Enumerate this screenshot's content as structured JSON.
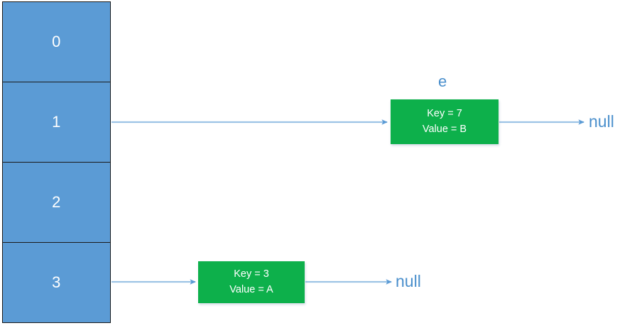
{
  "diagram": {
    "title": "hash-table-bucket-chain",
    "colors": {
      "bucket_fill": "#5B9BD5",
      "bucket_border": "#1a1a1a",
      "node_fill": "#0DB04B",
      "arrow": "#7FAEDC",
      "text_blue": "#4A8FCC",
      "text_white": "#FFFFFF"
    }
  },
  "bucket_table": {
    "name": "bucket-array",
    "cells": [
      {
        "index_label": "0"
      },
      {
        "index_label": "1"
      },
      {
        "index_label": "2"
      },
      {
        "index_label": "3"
      }
    ]
  },
  "nodes": [
    {
      "id": "node-e",
      "pointer_label": "e",
      "key_line": "Key = 7",
      "value_line": "Value = B",
      "from_bucket": "1",
      "next": "null"
    },
    {
      "id": "node-a",
      "pointer_label": "",
      "key_line": "Key = 3",
      "value_line": "Value = A",
      "from_bucket": "3",
      "next": "null"
    }
  ],
  "terminators": [
    {
      "id": "null-1",
      "text": "null"
    },
    {
      "id": "null-2",
      "text": "null"
    }
  ]
}
